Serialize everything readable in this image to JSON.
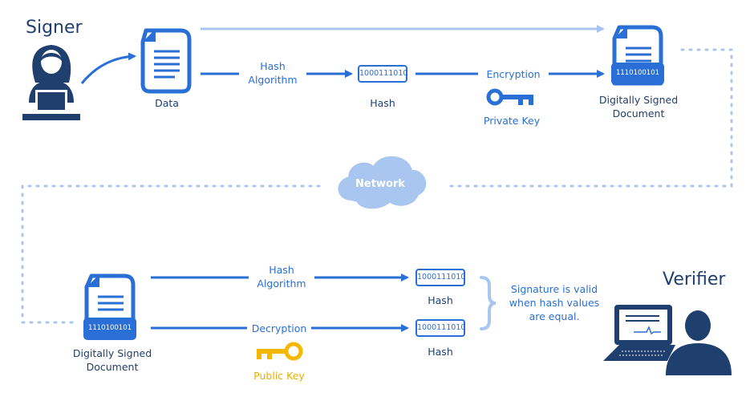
{
  "signer_label": "Signer",
  "verifier_label": "Verifier",
  "data_label": "Data",
  "hash_algorithm_top": [
    "Hash",
    "Algorithm"
  ],
  "hash_label_top": "Hash",
  "hash_value": "1000111010",
  "encryption_label": "Encryption",
  "private_key_label": "Private Key",
  "signed_doc_label": [
    "Digitally Signed",
    "Document"
  ],
  "signature_binary": "1110100101",
  "network_label": "Network",
  "hash_algorithm_bottom": [
    "Hash",
    "Algorithm"
  ],
  "decryption_label": "Decryption",
  "public_key_label": "Public Key",
  "hash_label_1": "Hash",
  "hash_label_2": "Hash",
  "validity_note": [
    "Signature is valid",
    "when hash values",
    "are equal."
  ],
  "colors": {
    "primary": "#2a6fd6",
    "light": "#a9c6f0",
    "dark": "#1f3f6e",
    "key_gold": "#f5b800"
  }
}
